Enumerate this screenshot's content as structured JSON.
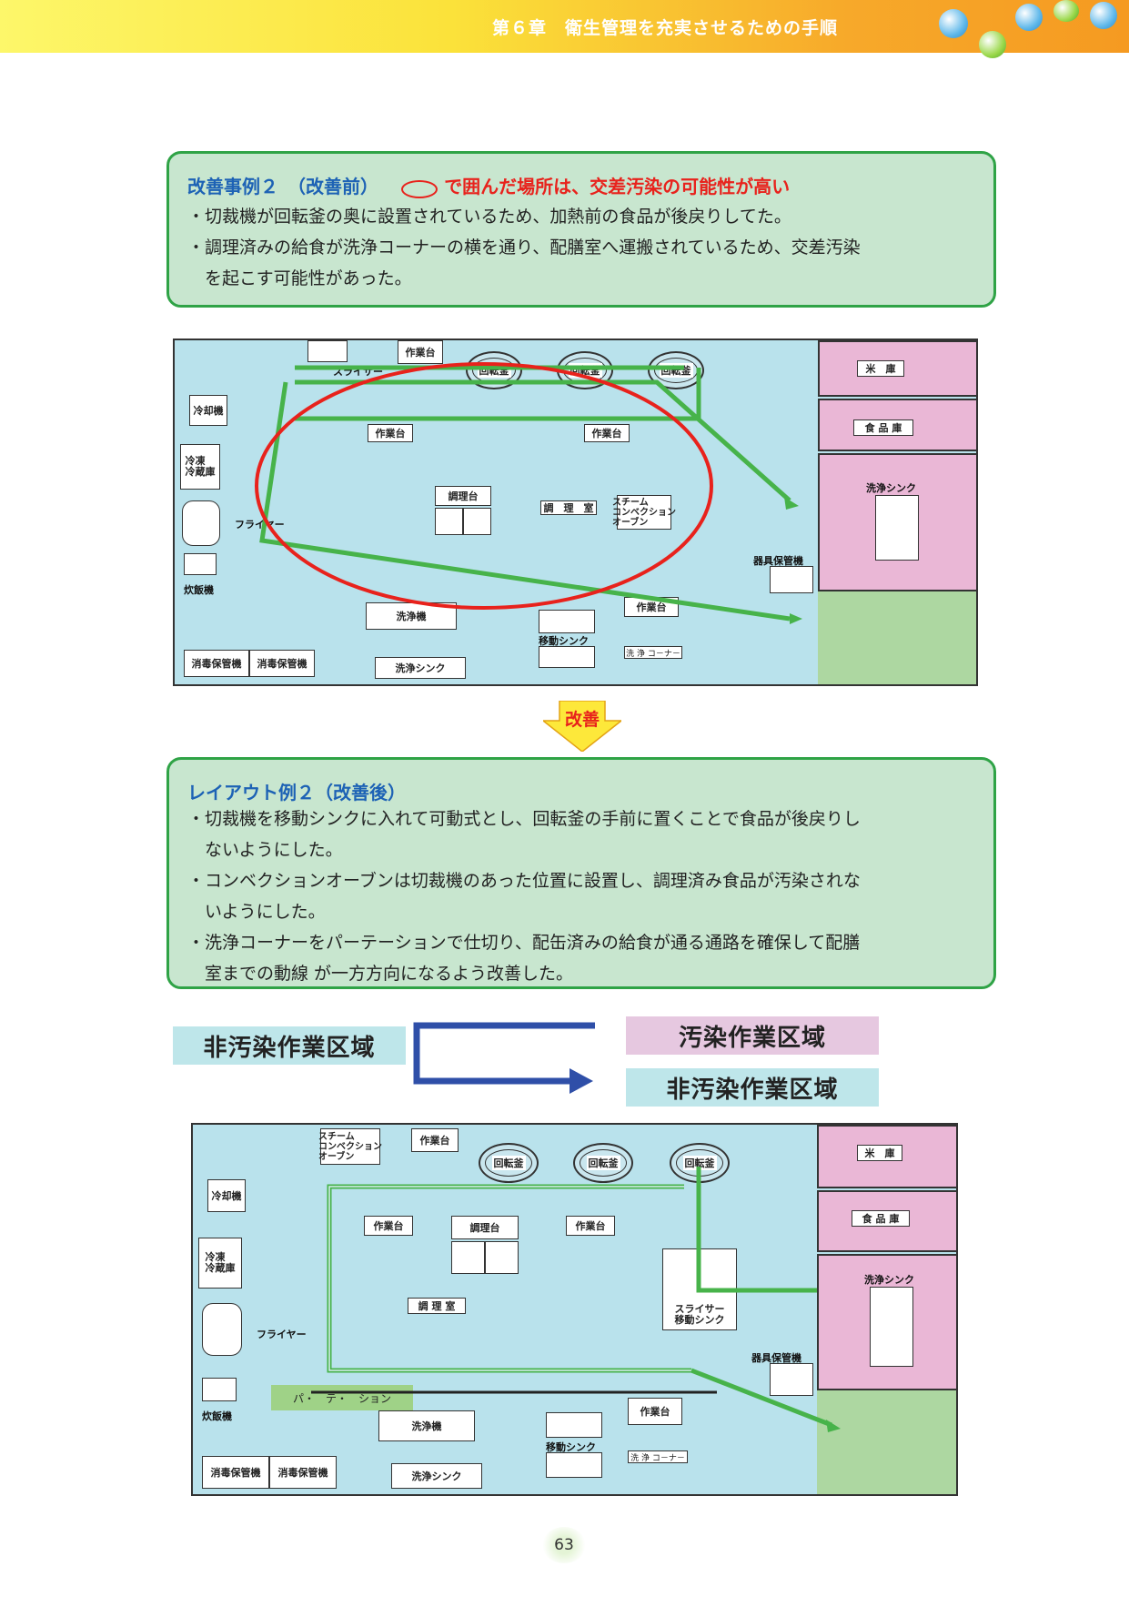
{
  "header": {
    "title": "第６章　衛生管理を充実させるための手順"
  },
  "before_box": {
    "title_blue": "改善事例２　（改善前）",
    "title_red": "で囲んだ場所は、交差汚染の可能性が高い",
    "lines": [
      "・切裁機が回転釜の奥に設置されているため、加熱前の食品が後戻りしてた。",
      "・調理済みの給食が洗浄コーナーの横を通り、配膳室へ運搬されているため、交差汚染",
      "　を起こす可能性があった。"
    ]
  },
  "plan_before": {
    "slicer": "スライサー",
    "worktable_top": "作業台",
    "kettle1": "回転釜",
    "kettle2": "回転釜",
    "kettle3": "回転釜",
    "cooler": "冷却機",
    "worktable_left": "作業台",
    "worktable_right": "作業台",
    "freezer": "冷凍\n冷蔵庫",
    "prep_table": "調理台",
    "cook_room": "調　理　室",
    "steam": "スチーム\nコンベクション\nオーブン",
    "fryer": "フライヤー",
    "riceamd": "炊飯機",
    "dishwasher": "洗浄機",
    "mobile_sink": "移動シンク",
    "worktable_bottom": "作業台",
    "wash_corner": "洗 浄 コ－ナ－",
    "disinfect1": "消毒保管機",
    "disinfect2": "消毒保管機",
    "wash_sink": "洗浄シンク",
    "rice_store": "米　庫",
    "food_store": "食 品 庫",
    "wash_sink_right": "洗浄シンク",
    "utensil": "器具保管機"
  },
  "improve_label": "改善",
  "after_box": {
    "title": "レイアウト例２（改善後）",
    "lines": [
      "・切裁機を移動シンクに入れて可動式とし、回転釜の手前に置くことで食品が後戻りし",
      "　ないようにした。",
      "・コンベクションオーブンは切裁機のあった位置に設置し、調理済み食品が汚染されな",
      "　いようにした。",
      "・洗浄コーナーをパーテーションで仕切り、配缶済みの給食が通る通路を確保して配膳",
      "　室までの動線 が一方方向になるよう改善した。"
    ]
  },
  "zones": {
    "non_contaminated_left": "非汚染作業区域",
    "contaminated": "汚染作業区域",
    "non_contaminated_right": "非汚染作業区域"
  },
  "plan_after": {
    "steam": "スチーム\nコンベクション\nオーブン",
    "worktable_top": "作業台",
    "kettle1": "回転釜",
    "kettle2": "回転釜",
    "kettle3": "回転釜",
    "cooler": "冷却機",
    "worktable_left": "作業台",
    "prep_table": "調理台",
    "worktable_mid": "作業台",
    "freezer": "冷凍\n冷蔵庫",
    "cook_room": "調 理 室",
    "slicer_sink": "スライサー\n移動シンク",
    "fryer": "フライヤー",
    "partition": "パ・　テ・　ション",
    "riceamd": "炊飯機",
    "dishwasher": "洗浄機",
    "mobile_sink": "移動シンク",
    "worktable_bottom": "作業台",
    "wash_corner": "洗 浄 コ－ナ－",
    "disinfect1": "消毒保管機",
    "disinfect2": "消毒保管機",
    "wash_sink": "洗浄シンク",
    "rice_store": "米　庫",
    "food_store": "食 品 庫",
    "wash_sink_right": "洗浄シンク",
    "utensil": "器具保管機"
  },
  "page_number": "63"
}
